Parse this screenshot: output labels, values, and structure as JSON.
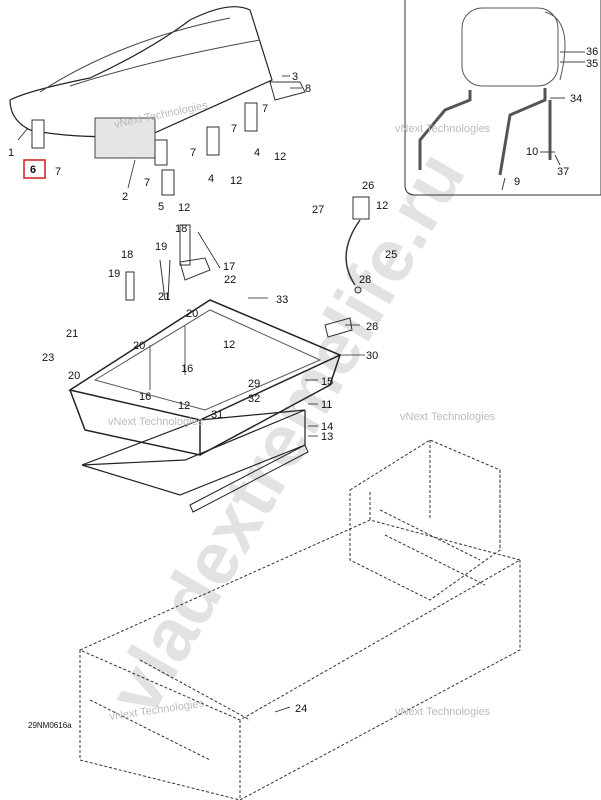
{
  "diagram_code": "29NM0616a",
  "watermark_text": "vladextremelife.ru",
  "overlay_labels": [
    "vNext Technologies",
    "vNext Technologies",
    "vNext Technologies",
    "vNext Technologies",
    "vNext Technologies",
    "vNext Technologies"
  ],
  "highlighted_part": "6",
  "highlight_color": "#d11a1a",
  "part_numbers": [
    "1",
    "2",
    "3",
    "4",
    "4",
    "5",
    "7",
    "7",
    "7",
    "7",
    "7",
    "8",
    "12",
    "12",
    "12",
    "13",
    "11",
    "14",
    "15",
    "16",
    "16",
    "17",
    "18",
    "18",
    "19",
    "19",
    "20",
    "20",
    "20",
    "21",
    "21",
    "22",
    "23",
    "24",
    "25",
    "26",
    "27",
    "28",
    "28",
    "29",
    "30",
    "31",
    "32",
    "33",
    "12",
    "12",
    "12",
    "12",
    "36",
    "35",
    "34",
    "10",
    "9",
    "37"
  ]
}
